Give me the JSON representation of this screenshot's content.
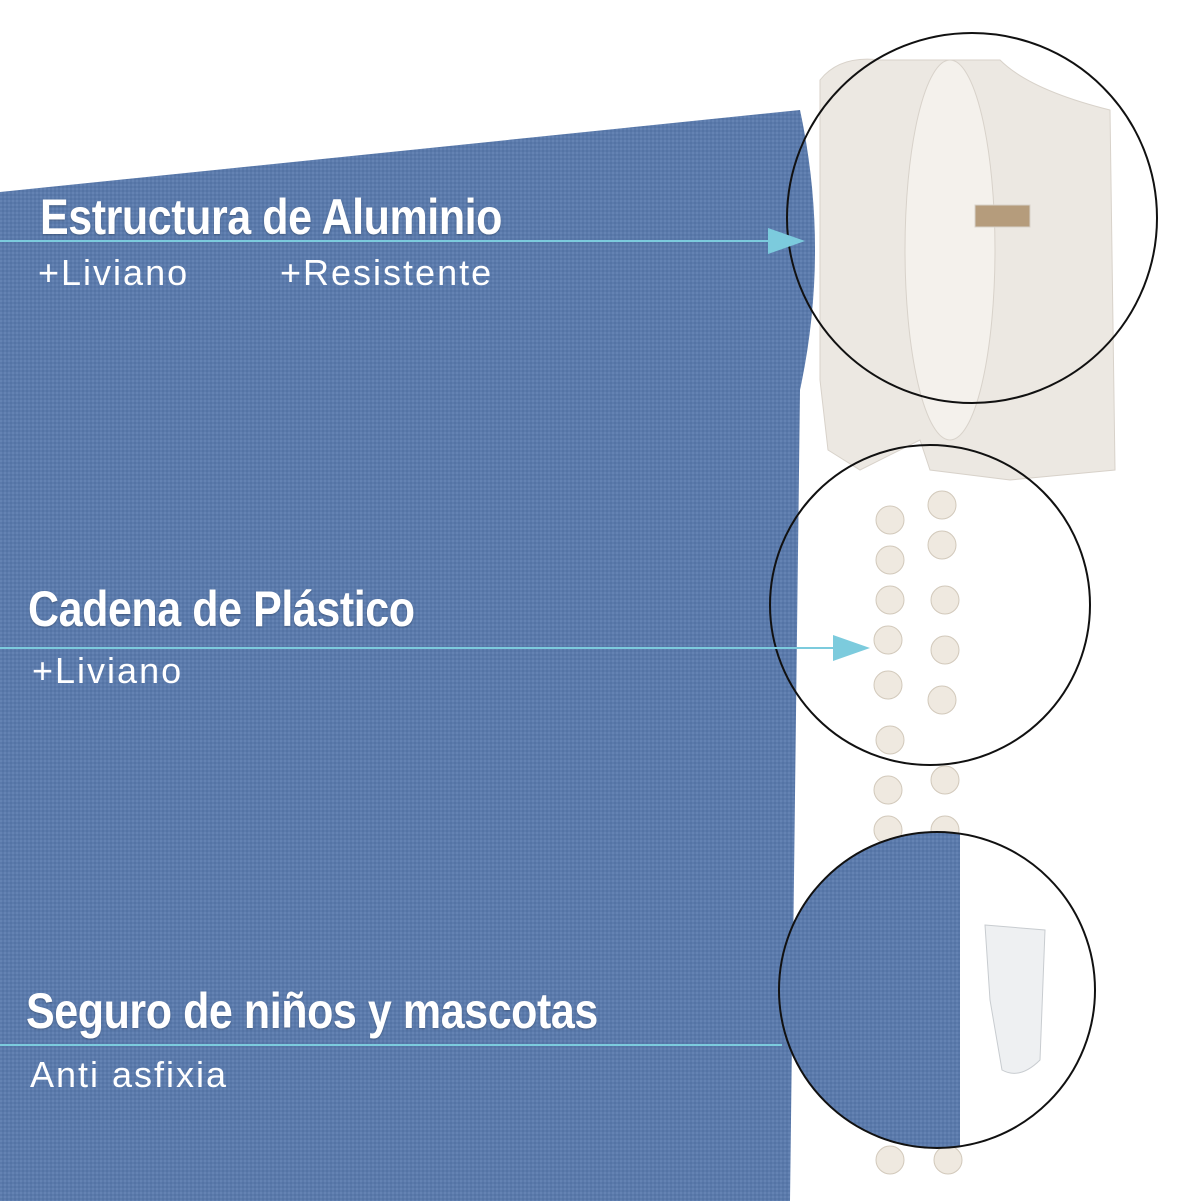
{
  "features": [
    {
      "title": "Estructura de Aluminio",
      "benefits": [
        "+Liviano",
        "+Resistente"
      ]
    },
    {
      "title": "Cadena de Plástico",
      "benefits": [
        "+Liviano"
      ]
    },
    {
      "title": "Seguro de niños y mascotas",
      "benefits": [
        "Anti asfixia"
      ]
    }
  ],
  "colors": {
    "fabric": "#5b7aab",
    "line": "#7ccbdd",
    "bracket": "#ece8e2"
  }
}
